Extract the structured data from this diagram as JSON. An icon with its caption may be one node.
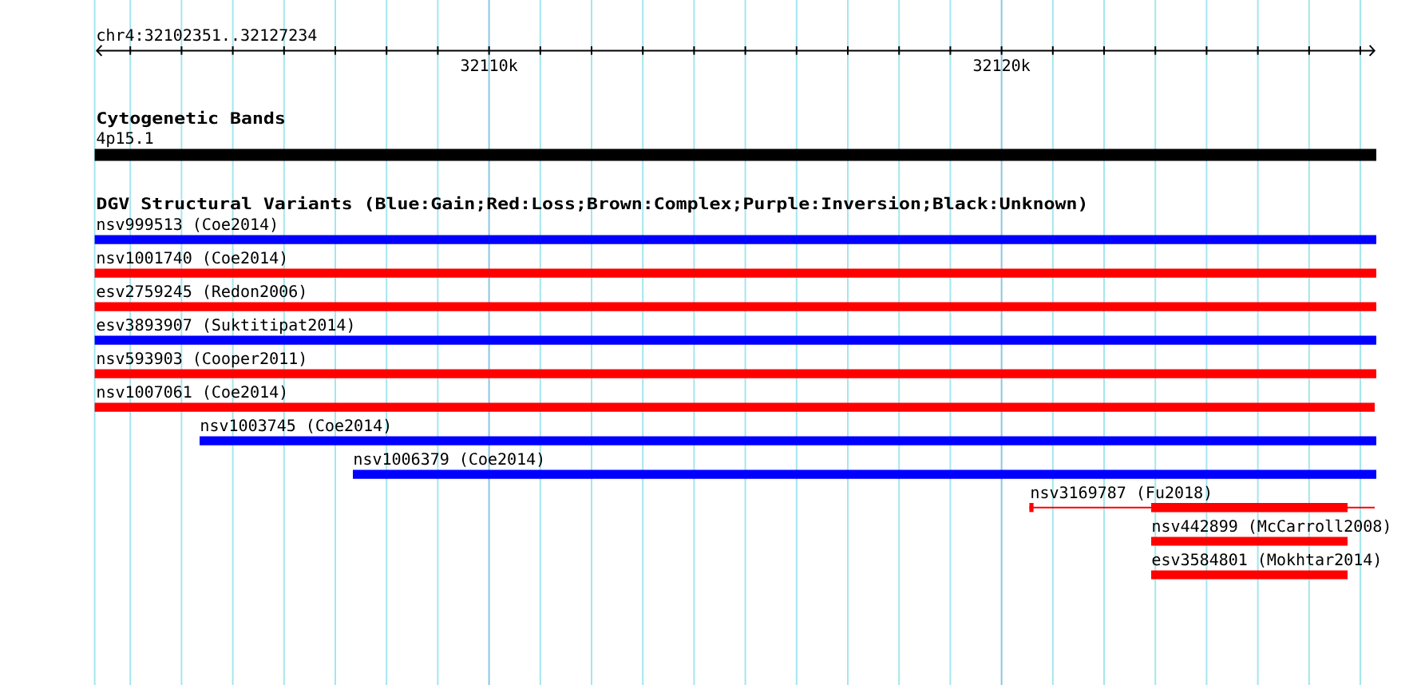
{
  "diagram": {
    "nodes": [
      {
        "text": [
          "4p15.1"
        ]
      },
      {
        "text": [
          "nsv999513 (Coe2014)"
        ]
      },
      {
        "text": [
          "nsv1001740 (Coe2014)"
        ]
      },
      {
        "text": [
          "esv2759245 (Redon2006)"
        ]
      },
      {
        "text": [
          "esv3893907 (Suktitipat2014)"
        ]
      },
      {
        "text": [
          "nsv593903 (Cooper2011)"
        ]
      },
      {
        "text": [
          "nsv1007061 (Coe2014)"
        ]
      },
      {
        "text": [
          "nsv1003745 (Coe2014)"
        ]
      },
      {
        "text": [
          "nsv1006379 (Coe2014)"
        ]
      },
      {
        "text": [
          "nsv3169787 (Fu2018)"
        ]
      },
      {
        "text": [
          "nsv442899 (McCarroll2008)"
        ]
      },
      {
        "text": [
          "esv3584801 (Mokhtar2014)"
        ]
      }
    ],
    "labels": [
      "chr4:32102351..32127234",
      "32110k",
      "32120k",
      "Cytogenetic Bands",
      "DGV Structural Variants (Blue:Gain;Red:Loss;Brown:Complex;Purple:Inversion;Black:Unknown)"
    ]
  }
}
